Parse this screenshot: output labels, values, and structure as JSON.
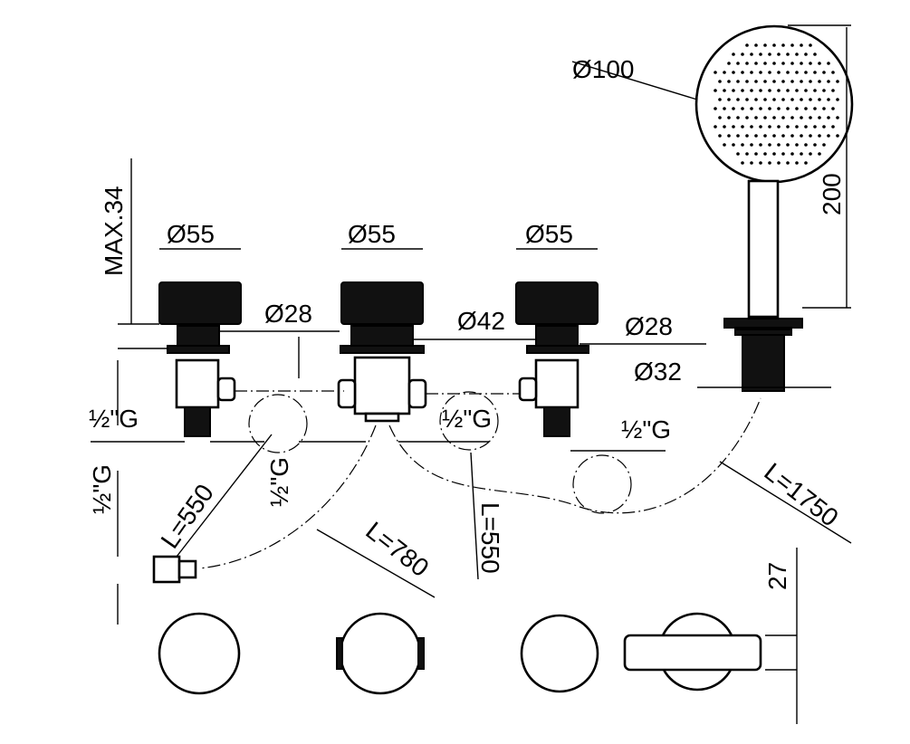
{
  "drawing": {
    "shower_head_diameter": "Ø100",
    "shower_height": "200",
    "max_deck_thickness": "MAX.34",
    "knob_diameters": [
      "Ø55",
      "Ø55",
      "Ø55"
    ],
    "stem_left": "Ø28",
    "stem_center": "Ø42",
    "stem_right": "Ø28",
    "shower_base": "Ø32",
    "thread_labels": [
      "½\"G",
      "½\"G",
      "½\"G",
      "½\"G",
      "½\"G"
    ],
    "hose_left": "L=550",
    "hose_center_left": "L=780",
    "hose_center_right": "L=550",
    "hose_shower": "L=1750",
    "holder_height": "27"
  }
}
